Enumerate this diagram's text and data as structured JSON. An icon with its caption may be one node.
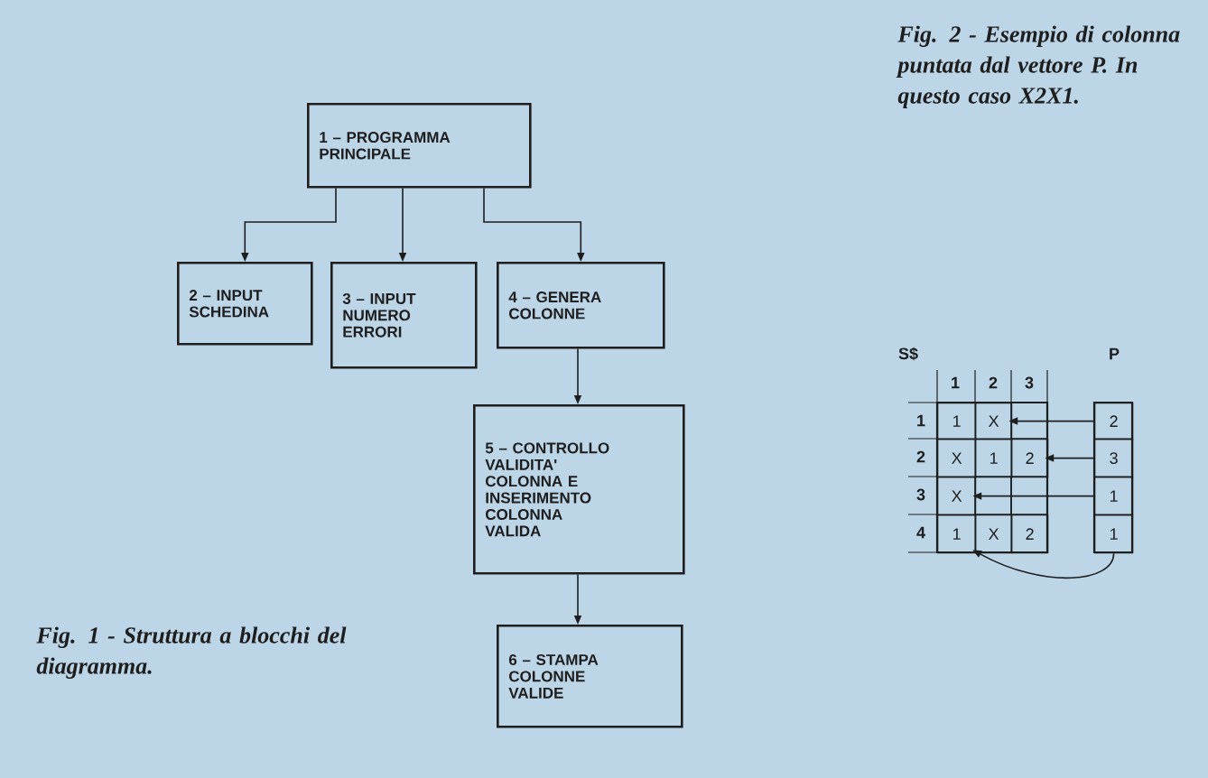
{
  "diagram": {
    "nodes": [
      {
        "text": [
          "1 – PROGRAMMA PRINCIPALE"
        ]
      },
      {
        "text": [
          "2 – INPUT SCHEDINA"
        ]
      },
      {
        "text": [
          "3 – INPUT NUMERO ERRORI"
        ]
      },
      {
        "text": [
          "4 – GENERA COLONNE"
        ]
      },
      {
        "text": [
          "5 – CONTROLLO VALIDITA' COLONNA E INSERIMENTO COLONNA VALIDA"
        ]
      },
      {
        "text": [
          "6 – STAMPA COLONNE VALIDE"
        ]
      },
      {
        "text": [
          "1"
        ]
      },
      {
        "text": [
          "X"
        ]
      },
      {
        "text": [
          "X"
        ]
      },
      {
        "text": [
          "1"
        ]
      },
      {
        "text": [
          "2"
        ]
      },
      {
        "text": [
          "X"
        ]
      },
      {
        "text": [
          "1"
        ]
      },
      {
        "text": [
          "X"
        ]
      },
      {
        "text": [
          "2"
        ]
      },
      {
        "text": [
          "2"
        ]
      },
      {
        "text": [
          "3"
        ]
      },
      {
        "text": [
          "1"
        ]
      },
      {
        "text": [
          "1"
        ]
      }
    ],
    "edges": [
      {
        "from": 0,
        "to": 1,
        "arrow": "to"
      },
      {
        "from": 0,
        "to": 2,
        "arrow": "to"
      },
      {
        "from": 0,
        "to": 3,
        "arrow": "to"
      },
      {
        "from": 3,
        "to": 4,
        "arrow": "to"
      },
      {
        "from": 4,
        "to": 5,
        "arrow": "to"
      },
      {
        "from": 15,
        "to": 7,
        "arrow": "to"
      },
      {
        "from": 16,
        "to": 10,
        "arrow": "to"
      },
      {
        "from": 17,
        "to": 11,
        "arrow": "to"
      },
      {
        "from": 18,
        "to": 12,
        "arrow": "to"
      }
    ],
    "labels": [
      "Fig. 2 - Esempio di colonna puntata dal vettore P. In questo caso X2X1.",
      "S$",
      "P",
      "1",
      "2",
      "3",
      "1",
      "2",
      "3",
      "4",
      "Fig. 1 - Struttura a blocchi del diagramma."
    ]
  }
}
